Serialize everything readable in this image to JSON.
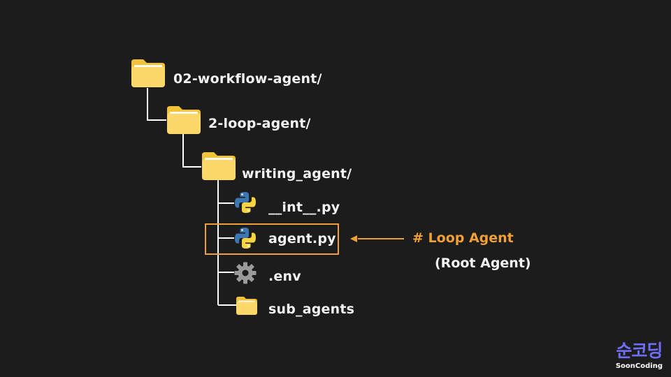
{
  "tree": {
    "root_folder": "02-workflow-agent/",
    "sub_folder": "2-loop-agent/",
    "agent_folder": "writing_agent/",
    "files": [
      {
        "label": "__int__.py",
        "icon": "python-icon"
      },
      {
        "label": "agent.py",
        "icon": "python-icon"
      },
      {
        "label": ".env",
        "icon": "gear-icon"
      },
      {
        "label": "sub_agents",
        "icon": "folder-icon"
      }
    ]
  },
  "annotation": {
    "title": "# Loop Agent",
    "subtitle": "(Root Agent)",
    "color": "#f0a035"
  },
  "logo": {
    "mark": "순코딩",
    "name": "SoonCoding"
  },
  "colors": {
    "folder_back": "#f2c336",
    "folder_front": "#fcd86a",
    "connector": "#ffffff",
    "python_blue": "#3b77b0",
    "python_yellow": "#fcd441",
    "gear": "#9a9a9a"
  }
}
